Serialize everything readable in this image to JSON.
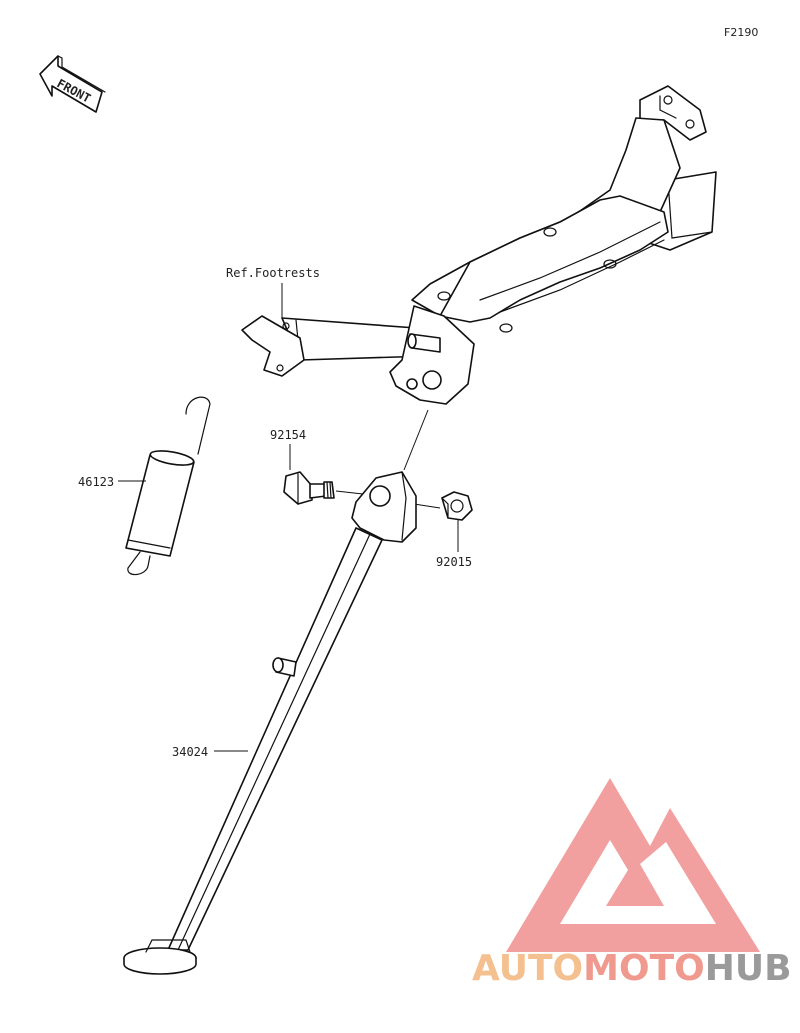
{
  "figure_code": "F2190",
  "front_arrow_label": "FRONT",
  "reference_label": "Ref.Footrests",
  "callouts": [
    {
      "part_number": "92154"
    },
    {
      "part_number": "46123"
    },
    {
      "part_number": "92015"
    },
    {
      "part_number": "34024"
    }
  ],
  "watermark": {
    "part1": "AUTO",
    "part2": "MOTO",
    "part3": "HUB",
    "color_part1": "#f5c08f",
    "color_part2": "#f09a8f",
    "color_part3": "#9a9a9a",
    "logo_color": "#f08f8f"
  }
}
